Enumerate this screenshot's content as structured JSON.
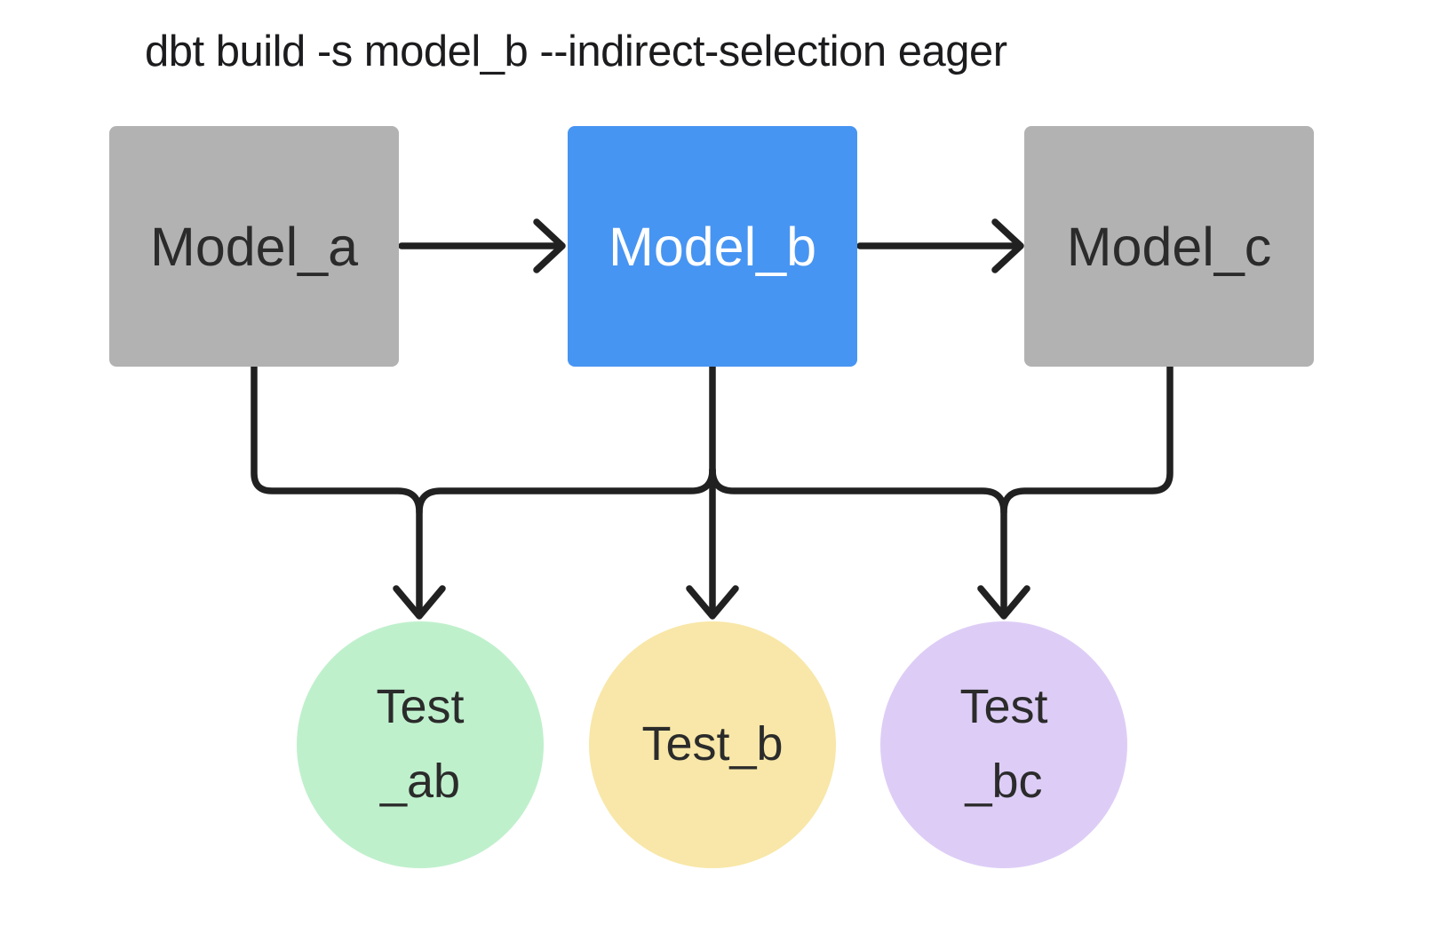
{
  "title": "dbt build -s model_b --indirect-selection eager",
  "colors": {
    "background": "#ffffff",
    "title-text": "#1c1c1e",
    "edge": "#212121",
    "model-default": "#b2b2b2",
    "model-selected": "#4795f2",
    "test-ab": "#bff0cc",
    "test-b": "#f8e7a8",
    "test-bc": "#ddcdf6",
    "text-dark": "#2b2b2b",
    "text-light": "#ffffff"
  },
  "nodes": {
    "model_a": {
      "label": "Model_a"
    },
    "model_b": {
      "label": "Model_b"
    },
    "model_c": {
      "label": "Model_c"
    },
    "test_ab": {
      "lines": [
        "Test",
        "_ab"
      ]
    },
    "test_b": {
      "lines": [
        "Test_b"
      ]
    },
    "test_bc": {
      "lines": [
        "Test",
        "_bc"
      ]
    }
  },
  "edges": [
    {
      "from": "model_a",
      "to": "model_b"
    },
    {
      "from": "model_b",
      "to": "model_c"
    },
    {
      "from": "model_a",
      "to": "test_ab"
    },
    {
      "from": "model_b",
      "to": "test_ab"
    },
    {
      "from": "model_b",
      "to": "test_b"
    },
    {
      "from": "model_b",
      "to": "test_bc"
    },
    {
      "from": "model_c",
      "to": "test_bc"
    }
  ]
}
